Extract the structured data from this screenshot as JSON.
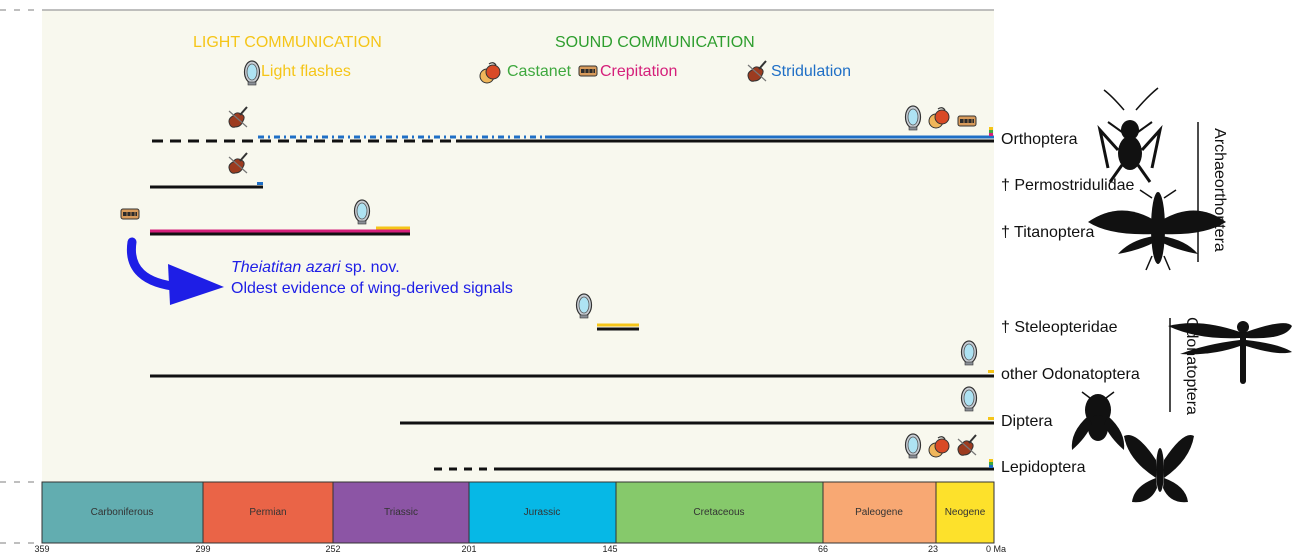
{
  "headers": {
    "light": "LIGHT COMMUNICATION",
    "sound": "SOUND COMMUNICATION"
  },
  "legend": {
    "light_flashes": "Light flashes",
    "castanet": "Castanet",
    "crepitation": "Crepitation",
    "stridulation": "Stridulation"
  },
  "taxa": {
    "orthoptera": "Orthoptera",
    "permostridulidae": "† Permostridulidae",
    "titanoptera": "† Titanoptera",
    "steleopteridae": "† Steleopteridae",
    "other_odonatoptera": "other Odonatoptera",
    "diptera": "Diptera",
    "lepidoptera": "Lepidoptera"
  },
  "clades": {
    "archaeorthoptera": "Archaeorthoptera",
    "odonatoptera": "Odonatoptera"
  },
  "note": {
    "species_italic": "Theiatitan azari",
    "species_suffix": " sp. nov.",
    "line2": "Oldest evidence of wing-derived signals"
  },
  "periods": [
    {
      "name": "Carboniferous",
      "color": "#62adb0"
    },
    {
      "name": "Permian",
      "color": "#ea6447"
    },
    {
      "name": "Triassic",
      "color": "#8c55a5"
    },
    {
      "name": "Jurassic",
      "color": "#06b8e6"
    },
    {
      "name": "Cretaceous",
      "color": "#86c96b"
    },
    {
      "name": "Paleogene",
      "color": "#f8a873"
    },
    {
      "name": "Neogene",
      "color": "#fde12b"
    }
  ],
  "ticks": [
    "359",
    "299",
    "252",
    "201",
    "145",
    "66",
    "23",
    "0 Ma"
  ],
  "colors": {
    "light": "#f5c518",
    "castanet": "#3ea83e",
    "crepitation": "#d51f7a",
    "stridulation": "#1f6fc6",
    "arrow": "#1e1ee6"
  }
}
